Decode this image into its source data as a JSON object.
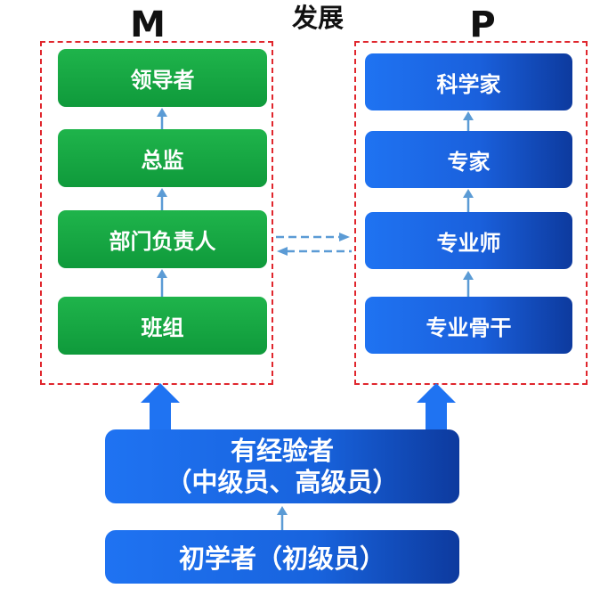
{
  "headings": {
    "left": "M",
    "middle": "发展",
    "right": "P"
  },
  "management_track": {
    "levels": [
      "领导者",
      "总监",
      "部门负责人",
      "班组"
    ]
  },
  "professional_track": {
    "levels": [
      "科学家",
      "专家",
      "专业师",
      "专业骨干"
    ]
  },
  "experienced": {
    "title": "有经验者",
    "subtitle": "（中级员、高级员）"
  },
  "beginner": {
    "label": "初学者（初级员）"
  },
  "colors": {
    "frame_border": "#e0262d",
    "management_box": "#16a844",
    "professional_box": "#1a66e6",
    "arrow": "#5b9bd5",
    "big_arrow": "#1f73f2"
  }
}
